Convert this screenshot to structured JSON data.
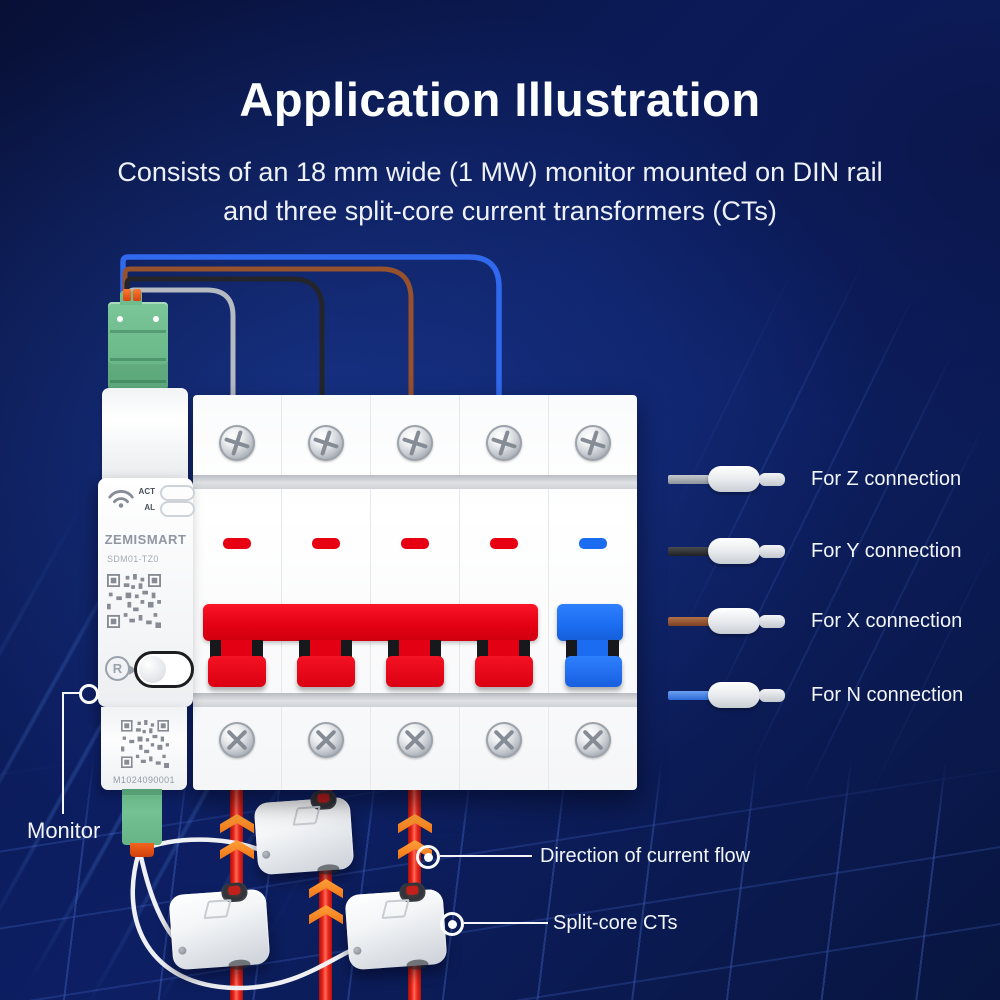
{
  "header": {
    "title": "Application Illustration",
    "subtitle_line1": "Consists of an 18 mm wide (1 MW) monitor mounted on DIN rail",
    "subtitle_line2": "and three split-core current transformers (CTs)"
  },
  "device": {
    "brand": "ZEMISMART",
    "model": "SDM01-TZ0",
    "led_act_label": "ACT",
    "led_al_label": "AL",
    "reset_symbol": "R",
    "serial": "M1024090001"
  },
  "connections": [
    {
      "id": "Z",
      "label": "For Z connection",
      "wire_color": "#9aa0a8"
    },
    {
      "id": "Y",
      "label": "For Y connection",
      "wire_color": "#2e2e30"
    },
    {
      "id": "X",
      "label": "For X connection",
      "wire_color": "#9a5a36"
    },
    {
      "id": "N",
      "label": "For N connection",
      "wire_color": "#3f85e8"
    }
  ],
  "annotations": {
    "monitor": "Monitor",
    "current_flow": "Direction of current flow",
    "split_core": "Split-core CTs"
  },
  "colors": {
    "background": "#0b1a52",
    "breaker_red": "#e60012",
    "breaker_blue": "#1b6cf0",
    "wire_red": "#e8251c",
    "arrow_orange": "#f2781e",
    "connector_green": "#72bd8f"
  }
}
